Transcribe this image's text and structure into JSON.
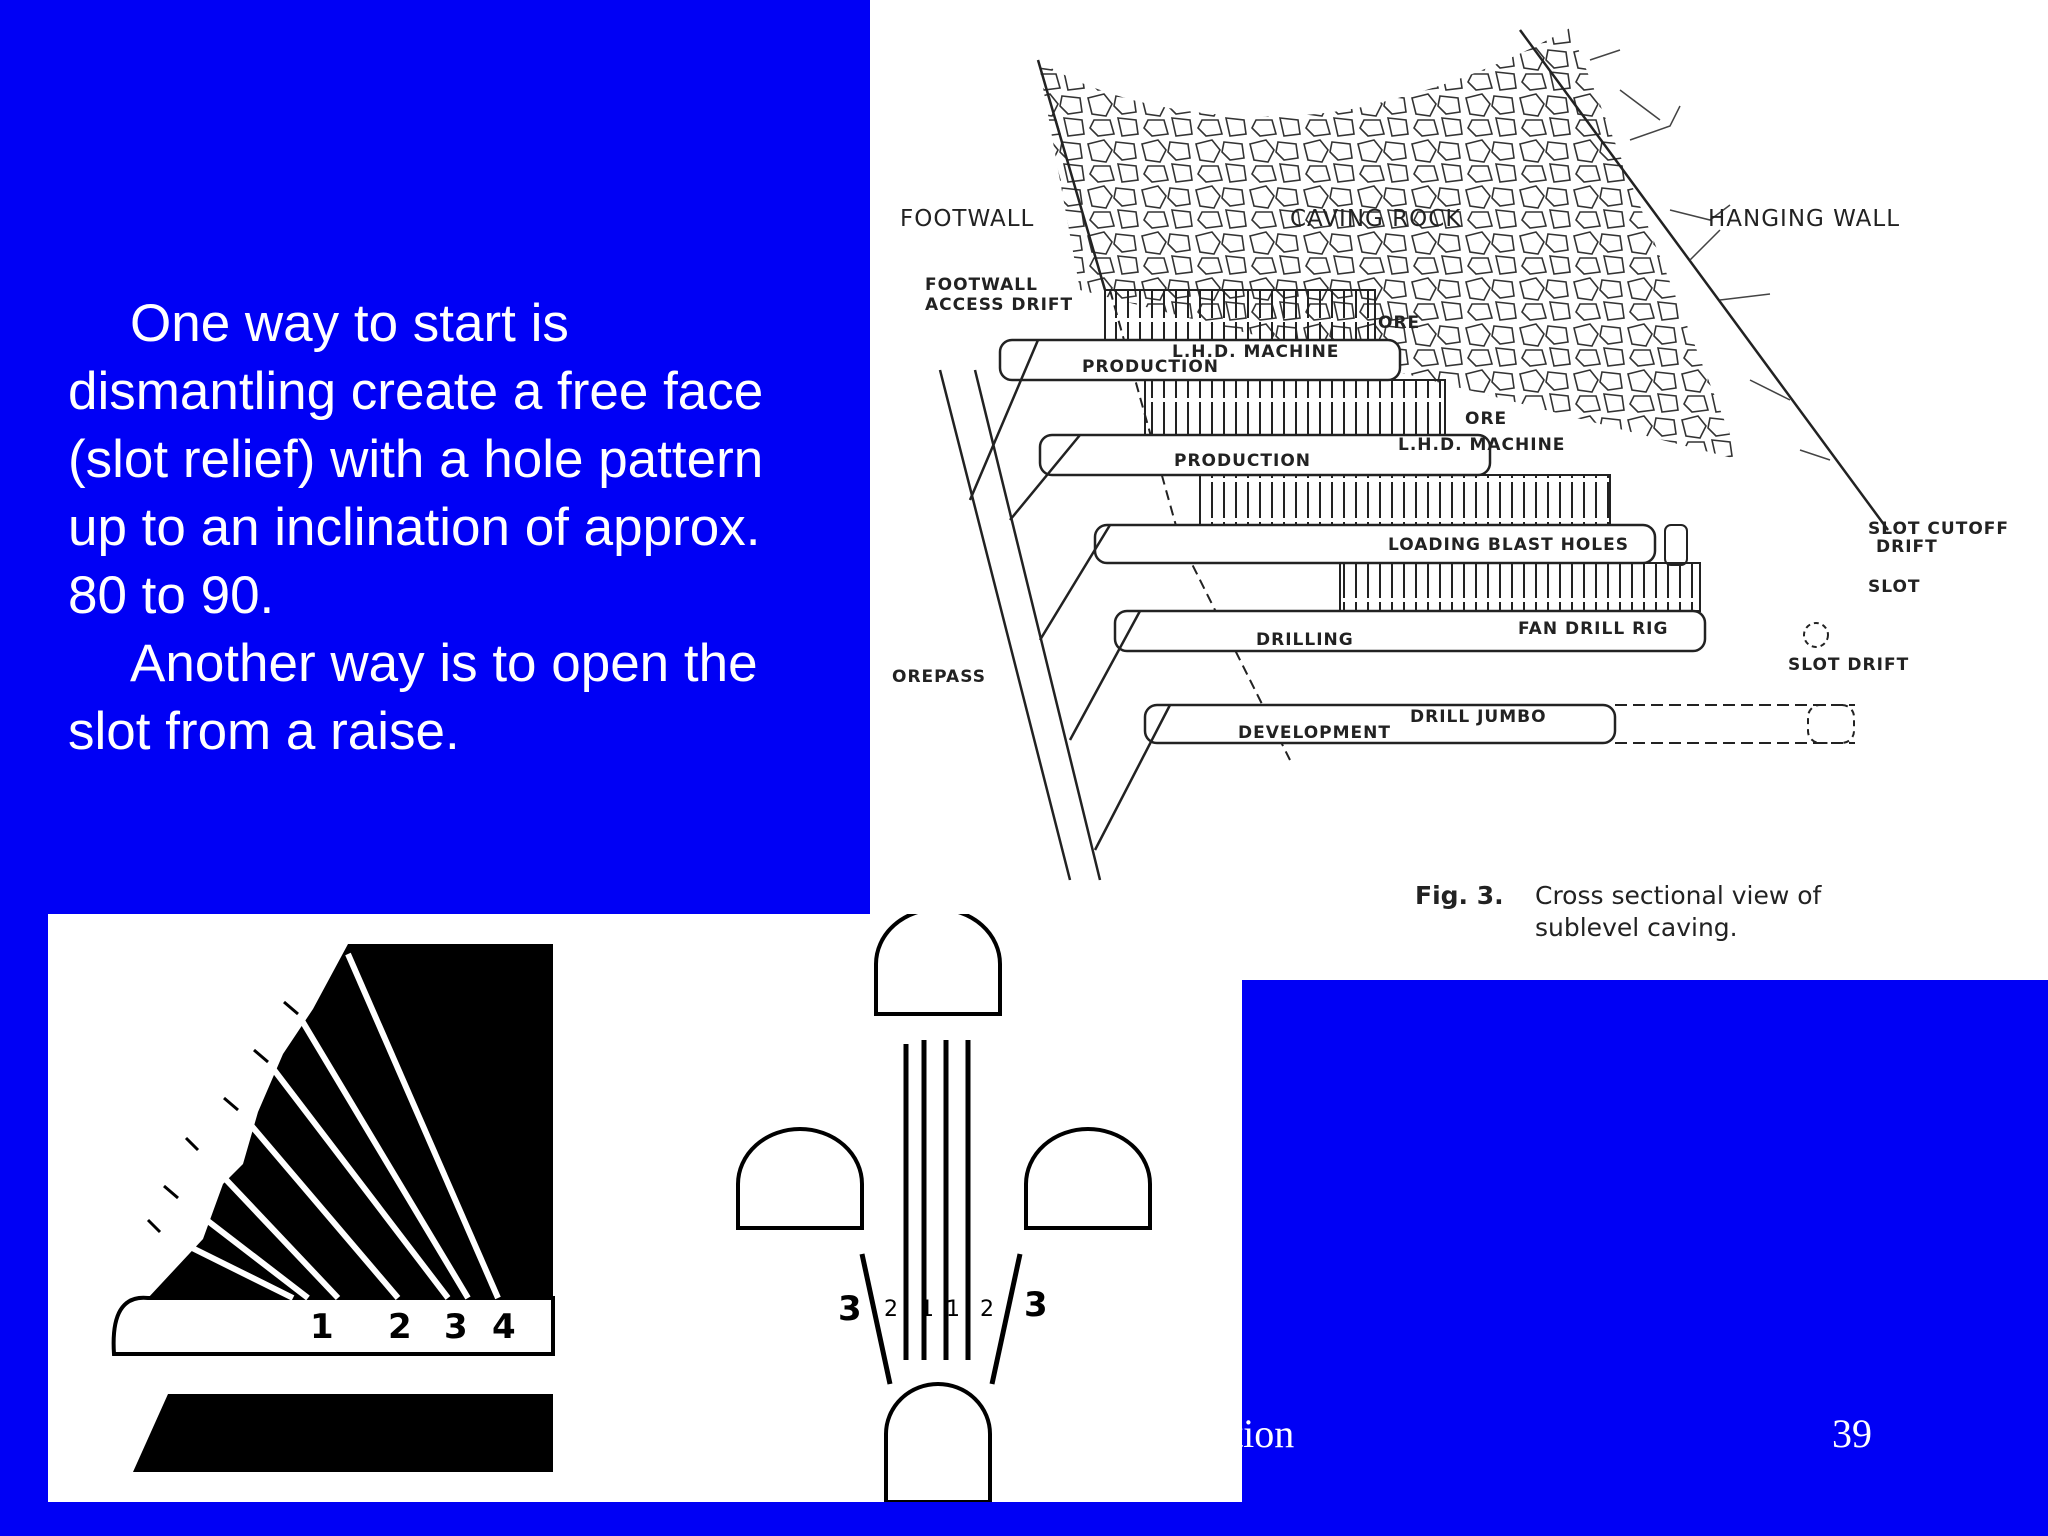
{
  "slide": {
    "paragraphs": [
      "One way to start is dismantling create a free face (slot relief) with a hole pattern up to an inclination of approx. 80 to 90.",
      "Another way is to open the slot from a raise."
    ],
    "footer_partial": "tion",
    "page_number": "39"
  },
  "figure_cross_section": {
    "labels": {
      "footwall": "FOOTWALL",
      "caving_rock": "CAVING ROCK",
      "hanging_wall": "HANGING WALL",
      "footwall_access_1": "FOOTWALL",
      "footwall_access_2": "ACCESS DRIFT",
      "ore_1": "ORE",
      "ore_2": "ORE",
      "production_1": "PRODUCTION",
      "production_2": "PRODUCTION",
      "lhd_1": "L.H.D. MACHINE",
      "lhd_2": "L.H.D. MACHINE",
      "loading_blast_holes": "LOADING BLAST HOLES",
      "slot_cutoff_1": "SLOT CUTOFF",
      "slot_cutoff_2": "DRIFT",
      "slot": "SLOT",
      "drilling": "DRILLING",
      "fan_drill_rig": "FAN DRILL RIG",
      "slot_drift": "SLOT DRIFT",
      "orepass": "OREPASS",
      "development": "DEVELOPMENT",
      "drill_jumbo": "DRILL JUMBO"
    },
    "caption_prefix": "Fig. 3.",
    "caption_line1": "Cross sectional view of",
    "caption_line2": "sublevel caving."
  },
  "figure_hole_patterns": {
    "fan_numbers": [
      "1",
      "2",
      "3",
      "4"
    ],
    "raise_numbers": [
      "3",
      "2",
      "1",
      "1",
      "2",
      "3"
    ]
  },
  "colors": {
    "slide_background": "#0000f5",
    "slide_text": "#ffffff",
    "figure_background": "#ffffff",
    "ink": "#000000"
  }
}
